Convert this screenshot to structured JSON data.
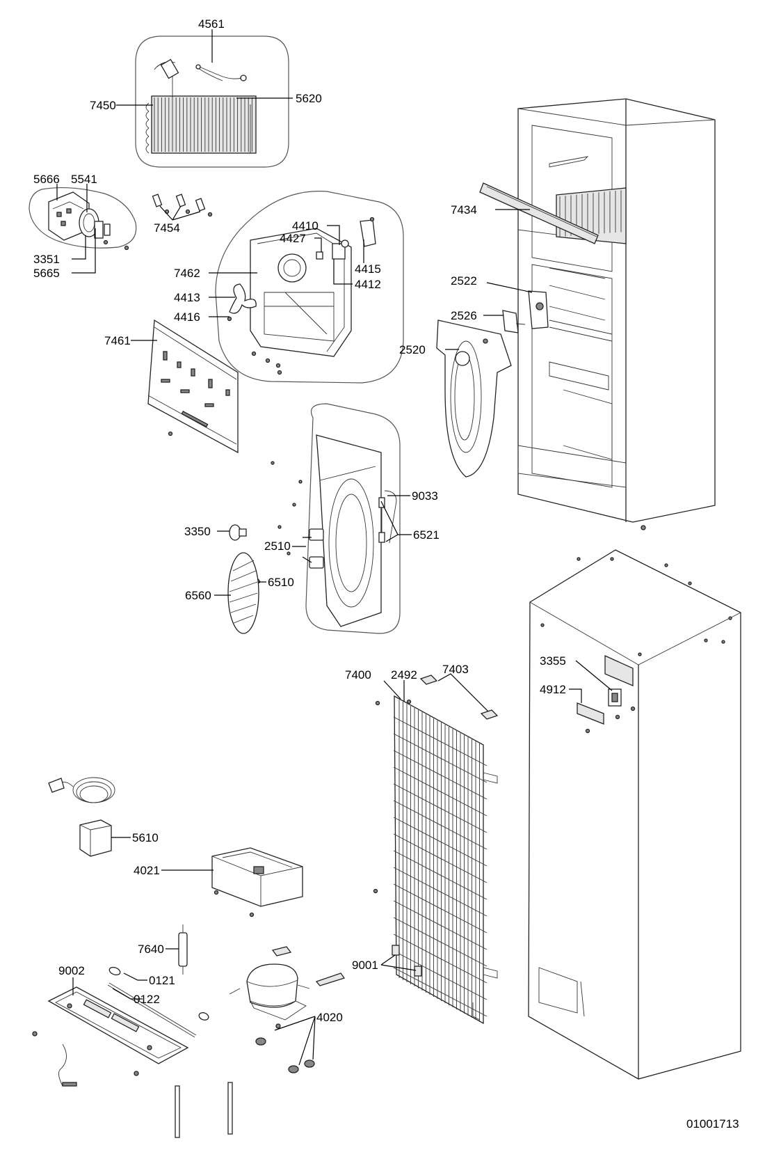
{
  "drawing_number": "01001713",
  "labels": {
    "l4561": "4561",
    "l7450": "7450",
    "l5620": "5620",
    "l5666": "5666",
    "l5541": "5541",
    "l3351": "3351",
    "l5665": "5665",
    "l7454": "7454",
    "l4410": "4410",
    "l4427": "4427",
    "l4415": "4415",
    "l4412": "4412",
    "l7462": "7462",
    "l4413": "4413",
    "l4416": "4416",
    "l7461": "7461",
    "l7434": "7434",
    "l2522": "2522",
    "l2526": "2526",
    "l2520": "2520",
    "l9033": "9033",
    "l6521": "6521",
    "l3350": "3350",
    "l2510": "2510",
    "l6510": "6510",
    "l6560": "6560",
    "l7400": "7400",
    "l2492": "2492",
    "l7403": "7403",
    "l3355": "3355",
    "l4912": "4912",
    "l5610": "5610",
    "l4021": "4021",
    "l7640": "7640",
    "l9002": "9002",
    "l0121": "0121",
    "l0122": "0122",
    "l9001": "9001",
    "l4020": "4020"
  }
}
